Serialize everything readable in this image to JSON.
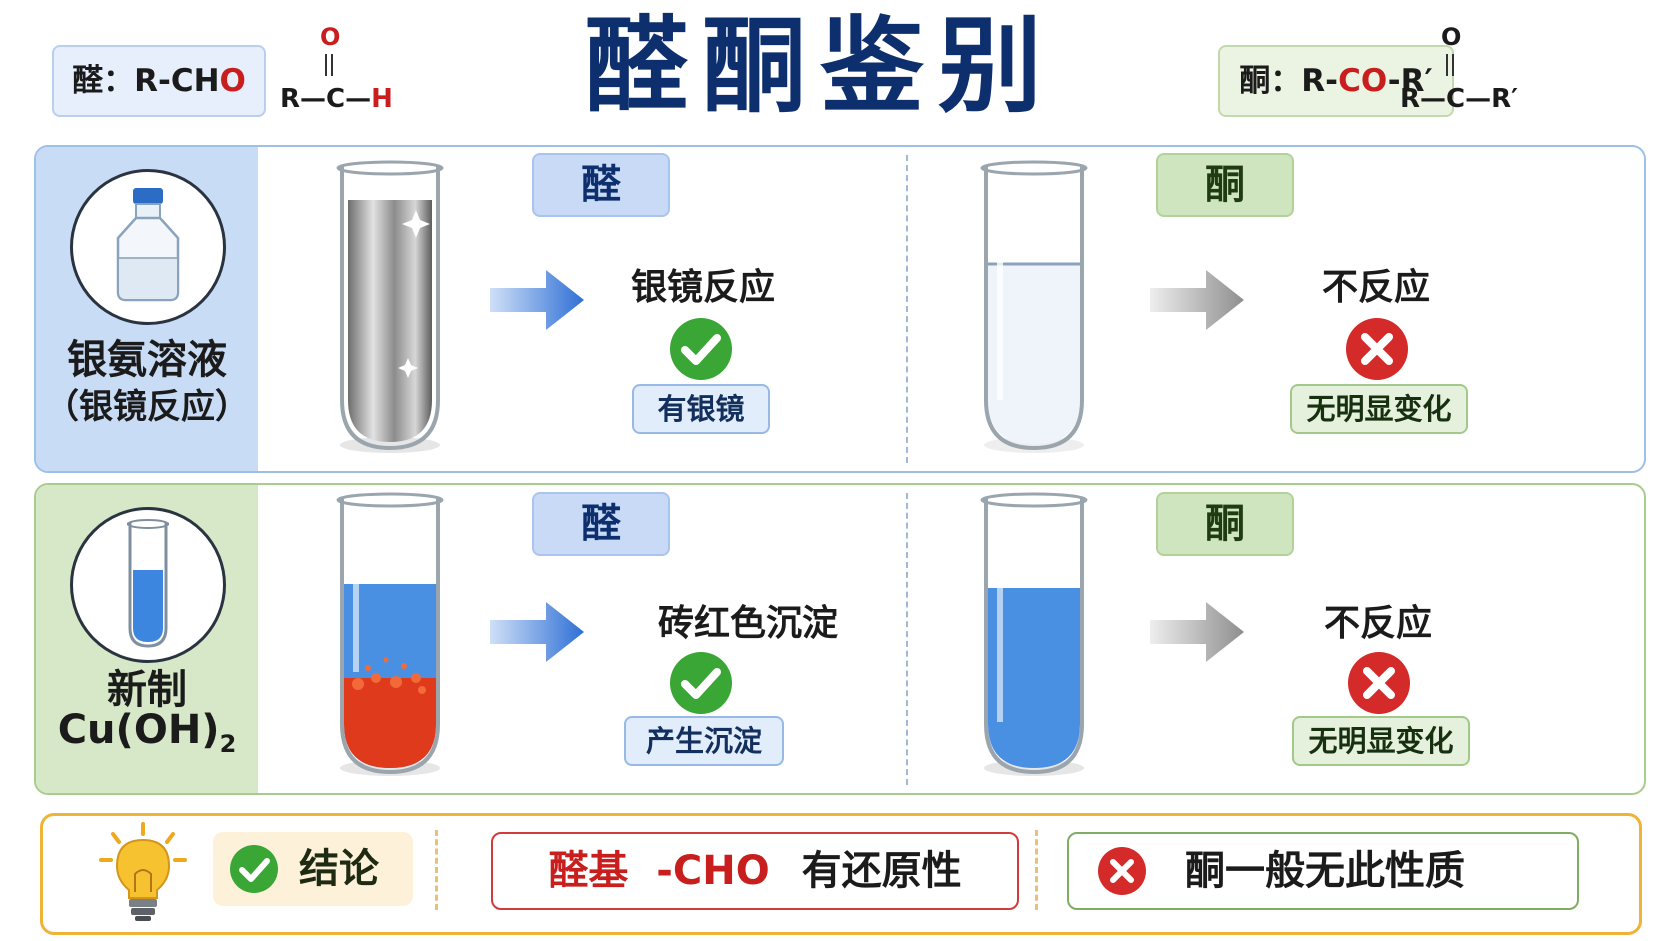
{
  "header": {
    "title": "醛酮鉴别",
    "aldehyde_formula": {
      "prefix": "醛：R-CH",
      "suffix": "O"
    },
    "ketone_formula": {
      "prefix": "酮：R-",
      "mid": "CO",
      "suffix": "-R′"
    },
    "aldehyde_structure": {
      "top": "O",
      "bottom": "R—C—",
      "h": "H"
    },
    "ketone_structure": {
      "top": "O",
      "bottom": "R—C—R′"
    }
  },
  "row1": {
    "reagent": "银氨溶液",
    "reagent_sub": "（银镜反应）",
    "aldehyde": {
      "tag": "醛",
      "result": "银镜反应",
      "chip": "有银镜"
    },
    "ketone": {
      "tag": "酮",
      "result": "不反应",
      "chip": "无明显变化"
    }
  },
  "row2": {
    "reagent": "新制",
    "reagent_formula": "Cu(OH)",
    "reagent_formula_sub": "2",
    "aldehyde": {
      "tag": "醛",
      "result": "砖红色沉淀",
      "chip": "产生沉淀"
    },
    "ketone": {
      "tag": "酮",
      "result": "不反应",
      "chip": "无明显变化"
    }
  },
  "conclusion": {
    "label": "结论",
    "aldehyde_part1": "醛基",
    "aldehyde_part2": "-CHO",
    "aldehyde_part3": "有还原性",
    "ketone_text": "酮一般无此性质"
  },
  "colors": {
    "title": "#0e2f6e",
    "aldehyde_blue": "#c9dcf6",
    "ketone_green": "#d7e8c8",
    "check_green": "#3aa635",
    "cross_red": "#d42a2a",
    "arrow_blue": "#2f6fd6",
    "arrow_gray": "#9a9a9a",
    "precipitate": "#e03a1c",
    "solution_blue": "#4a90e2"
  },
  "icons": [
    "reagent-bottle-icon",
    "test-tube-icon",
    "arrow-right-icon",
    "check-icon",
    "cross-icon",
    "lightbulb-icon"
  ]
}
